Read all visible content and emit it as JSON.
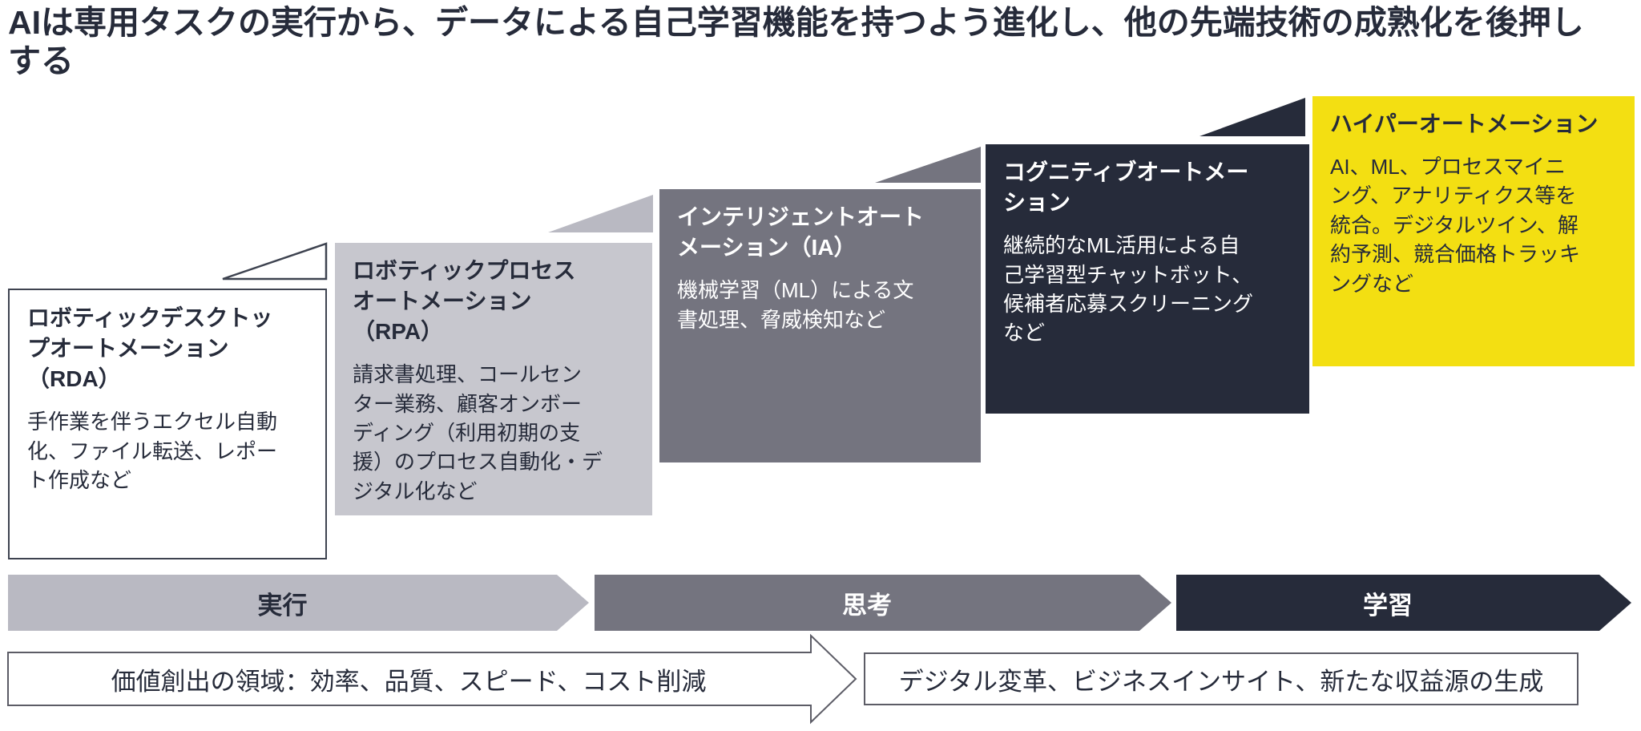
{
  "title": "AIは専用タスクの実行から、データによる自己学習機能を持つよう進化し、他の先端技術の成熟化を後押し\nする",
  "steps": [
    {
      "id": "rda",
      "heading": "ロボティックデスクトッ\nプオートメーション\n（RDA）",
      "body": "手作業を伴うエクセル自動\n化、ファイル転送、レポー\nト作成など"
    },
    {
      "id": "rpa",
      "heading": "ロボティックプロセス\nオートメーション\n（RPA）",
      "body": "請求書処理、コールセン\nター業務、顧客オンボー\nディング（利用初期の支\n援）のプロセス自動化・デ\nジタル化など"
    },
    {
      "id": "ia",
      "heading": "インテリジェントオート\nメーション（IA）",
      "body": "機械学習（ML）による文\n書処理、脅威検知など"
    },
    {
      "id": "cognitive",
      "heading": "コグニティブオートメー\nション",
      "body": "継続的なML活用による自\n己学習型チャットボット、\n候補者応募スクリーニング\nなど"
    },
    {
      "id": "hyper",
      "heading": "ハイパーオートメーション",
      "body": "AI、ML、プロセスマイニ\nング、アナリティクス等を\n統合。デジタルツイン、解\n約予測、競合価格トラッキ\nングなど"
    }
  ],
  "phases": [
    {
      "label": "実行"
    },
    {
      "label": "思考"
    },
    {
      "label": "学習"
    }
  ],
  "value_flow": {
    "left_arrow_text": "価値創出の領域：効率、品質、スピード、コスト削減",
    "right_box_text": "デジタル変革、ビジネスインサイト、新たな収益源の生成"
  },
  "colors": {
    "dark": "#262B3A",
    "gray-mid": "#74747F",
    "gray-light": "#C7C7CE",
    "gray-arrow": "#B9B9C2",
    "yellow": "#F3DF12",
    "white": "#FFFFFF",
    "border-box": "#3E4350",
    "border-thin": "#5C5C66",
    "text-light": "#FFFFFF"
  }
}
